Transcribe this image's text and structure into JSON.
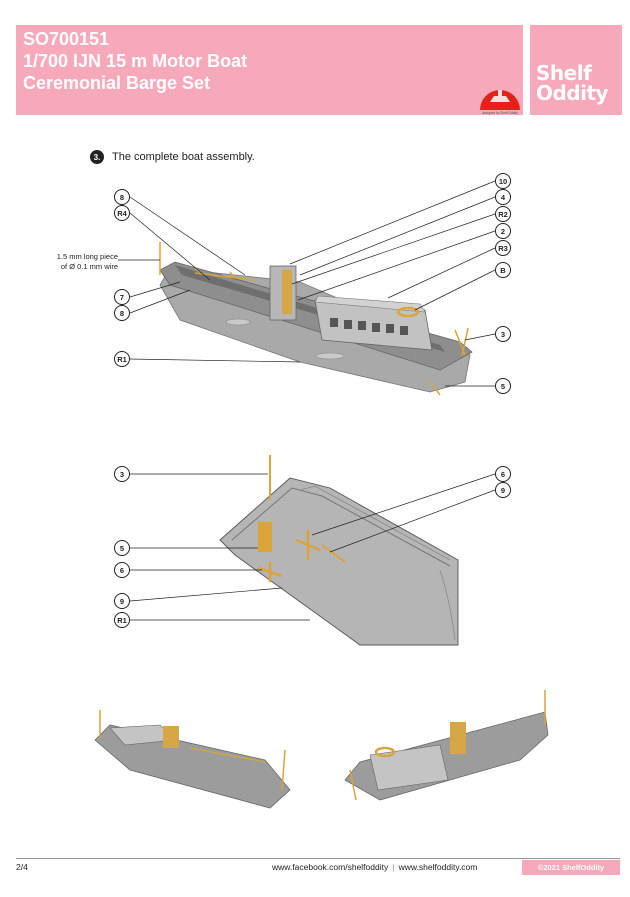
{
  "header": {
    "code": "SO700151",
    "title_line1": "1/700 IJN 15 m Motor Boat",
    "title_line2": "Ceremonial Barge Set",
    "badge_text": "designed by Shelf Oddity",
    "brand_line1": "Shelf",
    "brand_line2": "Oddity"
  },
  "step": {
    "number": "3.",
    "text": "The complete boat assembly."
  },
  "figure1": {
    "note": [
      "1.5 mm long piece",
      "of Ø 0.1 mm wire"
    ],
    "callouts_left": [
      "8",
      "R4",
      "7",
      "8",
      "R1"
    ],
    "callouts_right": [
      "10",
      "4",
      "R2",
      "2",
      "R3",
      "B",
      "3",
      "5"
    ]
  },
  "figure2": {
    "callouts_left": [
      "3",
      "5",
      "6",
      "9",
      "R1"
    ],
    "callouts_right": [
      "6",
      "9"
    ]
  },
  "footer": {
    "page": "2/4",
    "facebook": "www.facebook.com/shelfoddity",
    "website": "www.shelfoddity.com",
    "copyright": "©2021 ShelfOddity"
  },
  "colors": {
    "brand_pink": "#f5a9ba",
    "hull_gray": "#a9a9a9",
    "brass": "#d9a43b"
  }
}
